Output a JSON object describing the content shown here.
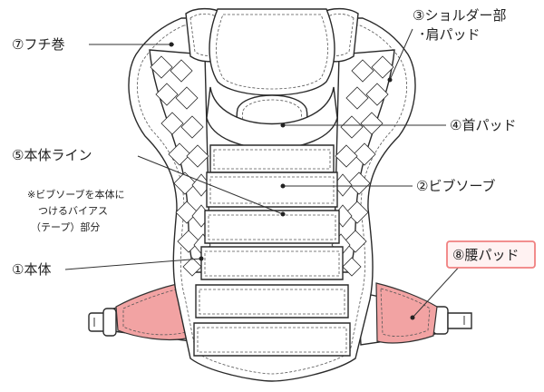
{
  "labels": {
    "shoulder_line1": "③ショルダー部",
    "shoulder_line2": "･肩パッド",
    "fuchi": "⑦フチ巻",
    "neck_pad": "④首パッド",
    "body_line": "⑤本体ライン",
    "bib": "②ビブソーブ",
    "note_line1": "※ビブソーブを本体に",
    "note_line2": "つけるバイアス",
    "note_line3": "（テープ）部分",
    "main_body": "①本体",
    "waist_pad": "⑧腰パッド"
  },
  "colors": {
    "waist_pad_fill": "#f2a3a3",
    "highlight_border": "#f08080",
    "highlight_bg": "#fff2f2",
    "outline": "#2a2a2a"
  }
}
